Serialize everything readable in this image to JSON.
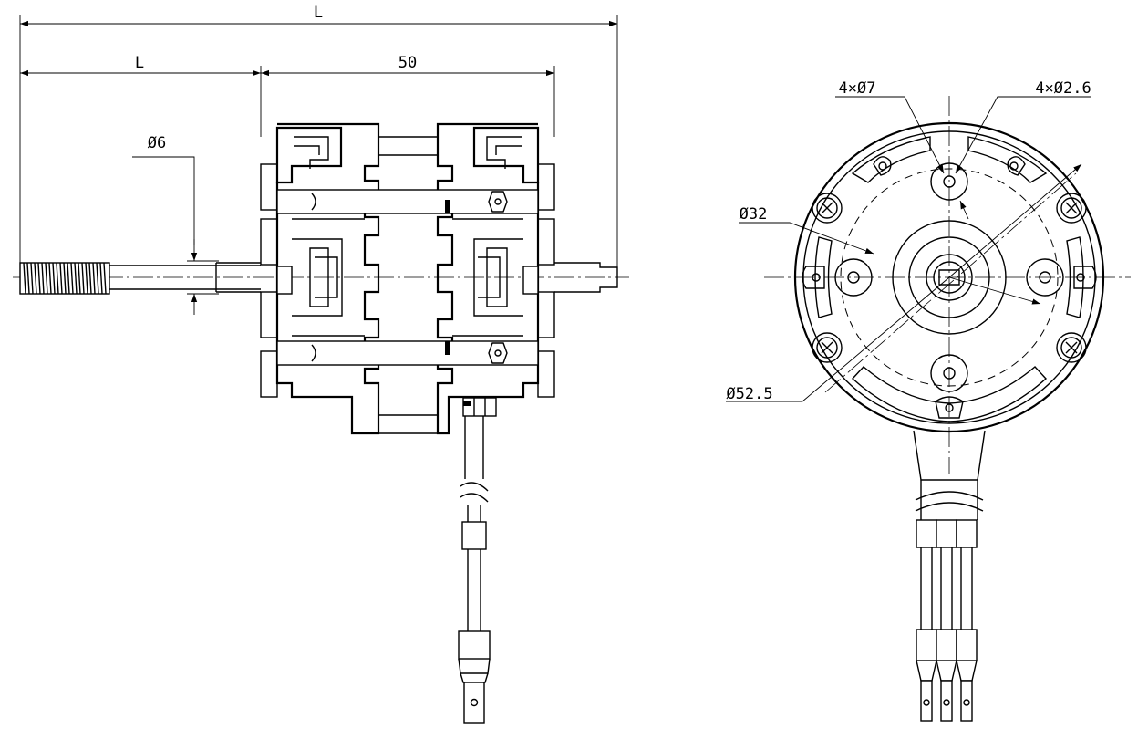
{
  "side_view": {
    "dim_overall_length": "L",
    "dim_shaft_length": "L",
    "dim_body_width": "50",
    "dim_shaft_diameter": "Ø6"
  },
  "front_view": {
    "dim_large_holes": "4×Ø7",
    "dim_small_holes": "4×Ø2.6",
    "dim_inner_circle": "Ø32",
    "dim_bolt_circle": "Ø52.5"
  }
}
